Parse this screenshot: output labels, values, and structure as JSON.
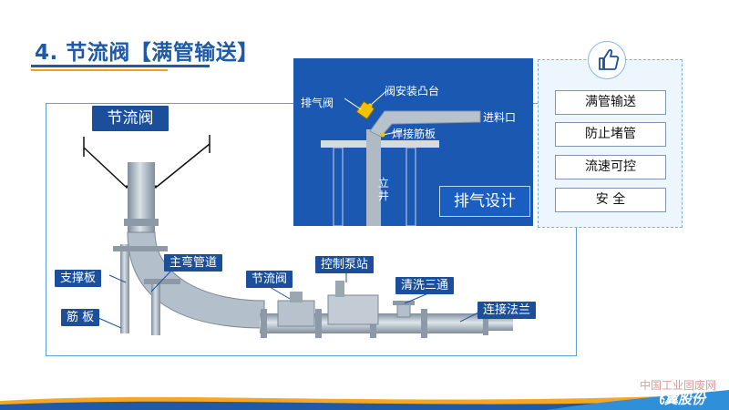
{
  "title": {
    "main": "4. 节流阀",
    "sub": "【满管输送】"
  },
  "main_diagram": {
    "title": "节流阀",
    "labels": {
      "support_plate": "支撑板",
      "rib_plate": "筋 板",
      "main_bend": "主弯管道",
      "throttle_valve": "节流阀",
      "pump_station": "控制泵站",
      "cleaning_tee": "清洗三通",
      "connect_flange": "连接法兰"
    }
  },
  "inset": {
    "badge": "排气设计",
    "labels": {
      "vent_valve": "排气阀",
      "valve_boss": "阀安装凸台",
      "weld_rib": "焊接筋板",
      "inlet": "进料口",
      "shaft": "立\n井"
    }
  },
  "features": {
    "items": [
      "满管输送",
      "防止堵管",
      "流速可控",
      "安 全"
    ]
  },
  "footer": {
    "watermark": "中国工业固废网",
    "brand": "飞翼股份"
  },
  "colors": {
    "primary": "#1e5aa8",
    "label_bg": "#1b4f9c",
    "accent": "#f0a019",
    "pipe": "#a9b6c4"
  }
}
